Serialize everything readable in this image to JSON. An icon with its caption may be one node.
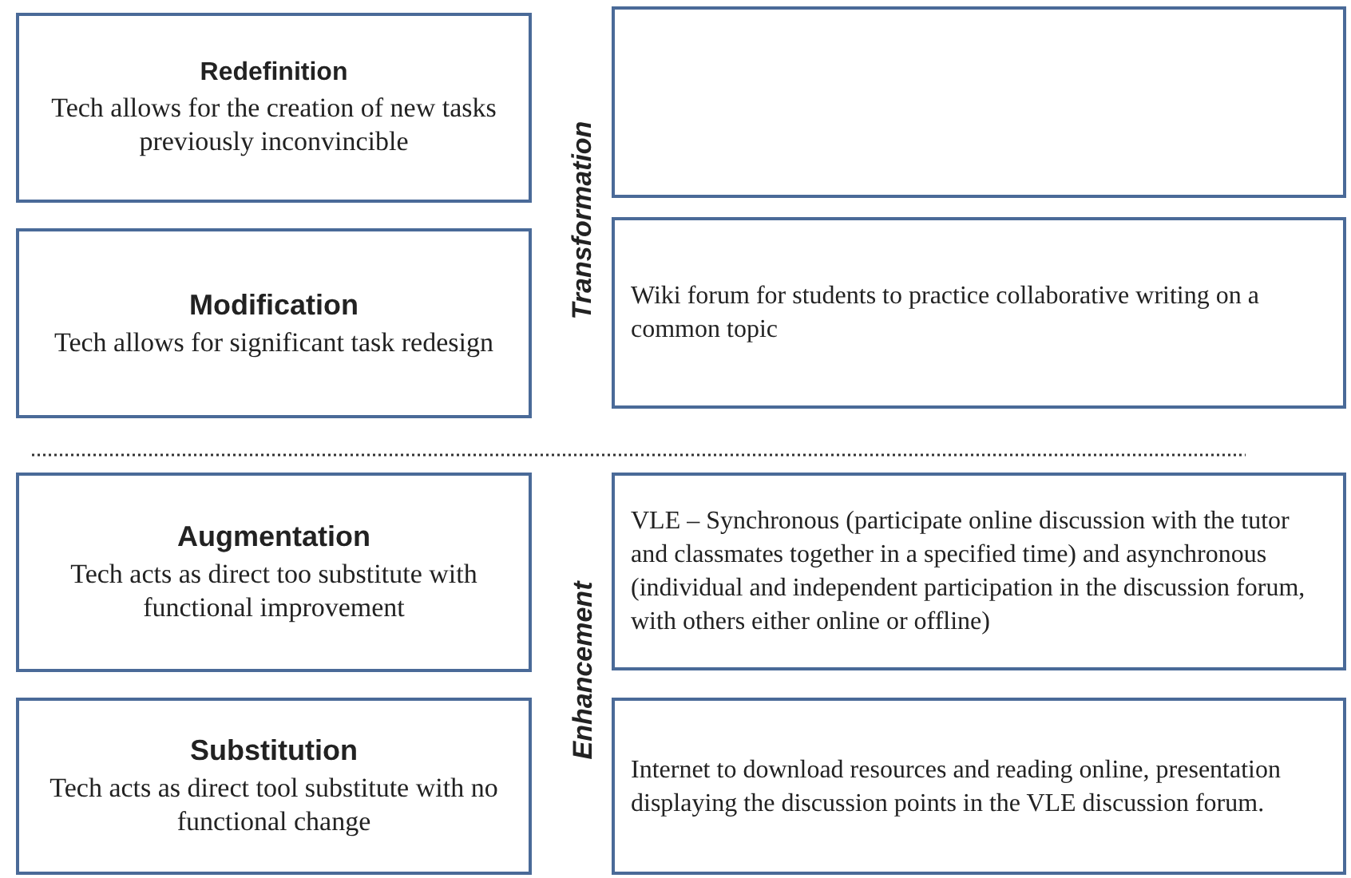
{
  "diagram": {
    "nodes": [
      {
        "text": [
          "Redefinition",
          "Tech allows for the creation of new tasks previously inconvincible"
        ]
      },
      {
        "text": [],
        "shape": "box"
      },
      {
        "text": [
          "Modification",
          "Tech allows for significant task redesign"
        ]
      },
      {
        "text": [
          "Wiki forum for students to practice collaborative writing on a common topic"
        ]
      },
      {
        "text": [
          "Augmentation",
          "Tech acts as direct too substitute with functional improvement"
        ]
      },
      {
        "text": [
          "VLE – Synchronous (participate online discussion with the tutor and classmates together in a specified time) and asynchronous (individual and independent participation in the discussion forum, with others either online or offline)"
        ]
      },
      {
        "text": [
          "Substitution",
          "Tech acts as direct tool substitute with no functional change"
        ]
      },
      {
        "text": [
          "Internet to download resources and reading online, presentation displaying the discussion points in the VLE discussion forum."
        ]
      }
    ],
    "labels": [
      "Transformation",
      "Enhancement"
    ]
  }
}
